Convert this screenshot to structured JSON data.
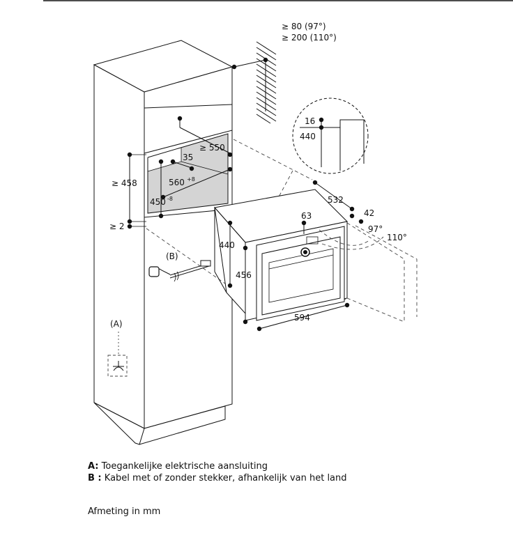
{
  "labels": {
    "vent_1": "≥ 80 (97°)",
    "vent_2": "≥ 200 (110°)",
    "d_550": "≥ 550",
    "d_35": "35",
    "d_458": "≥ 458",
    "d_560": "560",
    "d_560_tol": "+8",
    "d_450": "450",
    "d_450_tol": "-8",
    "d_2": "≥ 2",
    "b_callout": "(B)",
    "a_callout": "(A)",
    "d_16": "16",
    "d_440_detail": "440",
    "d_532": "532",
    "d_42": "42",
    "d_63": "63",
    "d_97": "97°",
    "d_110": "110°",
    "d_440": "440",
    "d_456": "456",
    "d_594": "594"
  },
  "legend": {
    "a_key": "A:",
    "a_text": " Toegankelijke elektrische aansluiting",
    "b_key": "B :",
    "b_text": " Kabel met of zonder stekker, afhankelijk van het land"
  },
  "unit_note": "Afmeting in mm"
}
